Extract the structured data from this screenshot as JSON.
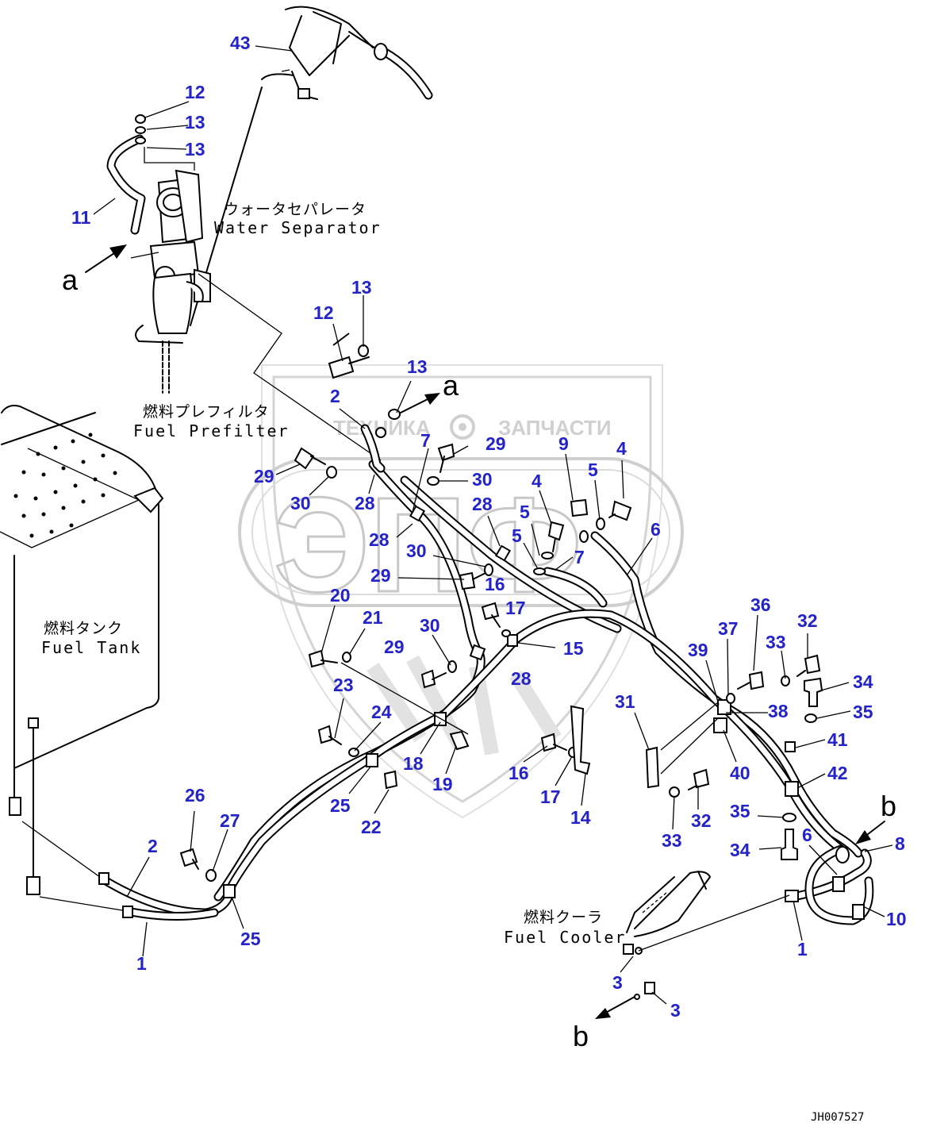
{
  "watermark": {
    "line1": "ТЕХНИКА",
    "line2": "ЗАПЧАСТИ",
    "mark": "ЭПФ"
  },
  "captions": {
    "water_separator_jp": "ウォータセパレータ",
    "water_separator_en": "Water Separator",
    "fuel_prefilter_jp": "燃料プレフィルタ",
    "fuel_prefilter_en": "Fuel Prefilter",
    "fuel_tank_jp": "燃料タンク",
    "fuel_tank_en": "Fuel Tank",
    "fuel_cooler_jp": "燃料クーラ",
    "fuel_cooler_en": "Fuel Cooler"
  },
  "refs": {
    "a": "a",
    "b": "b"
  },
  "drawing_code": "JH007527",
  "callouts": [
    "43",
    "12",
    "13",
    "13",
    "11",
    "13",
    "12",
    "13",
    "2",
    "7",
    "29",
    "29",
    "30",
    "30",
    "28",
    "28",
    "28",
    "9",
    "4",
    "5",
    "4",
    "5",
    "5",
    "7",
    "6",
    "30",
    "29",
    "16",
    "17",
    "20",
    "21",
    "30",
    "29",
    "15",
    "28",
    "23",
    "24",
    "18",
    "19",
    "25",
    "22",
    "16",
    "17",
    "14",
    "31",
    "39",
    "37",
    "36",
    "33",
    "32",
    "34",
    "35",
    "38",
    "41",
    "40",
    "42",
    "33",
    "32",
    "35",
    "34",
    "6",
    "8",
    "10",
    "26",
    "27",
    "2",
    "1",
    "25",
    "3",
    "3",
    "1"
  ]
}
